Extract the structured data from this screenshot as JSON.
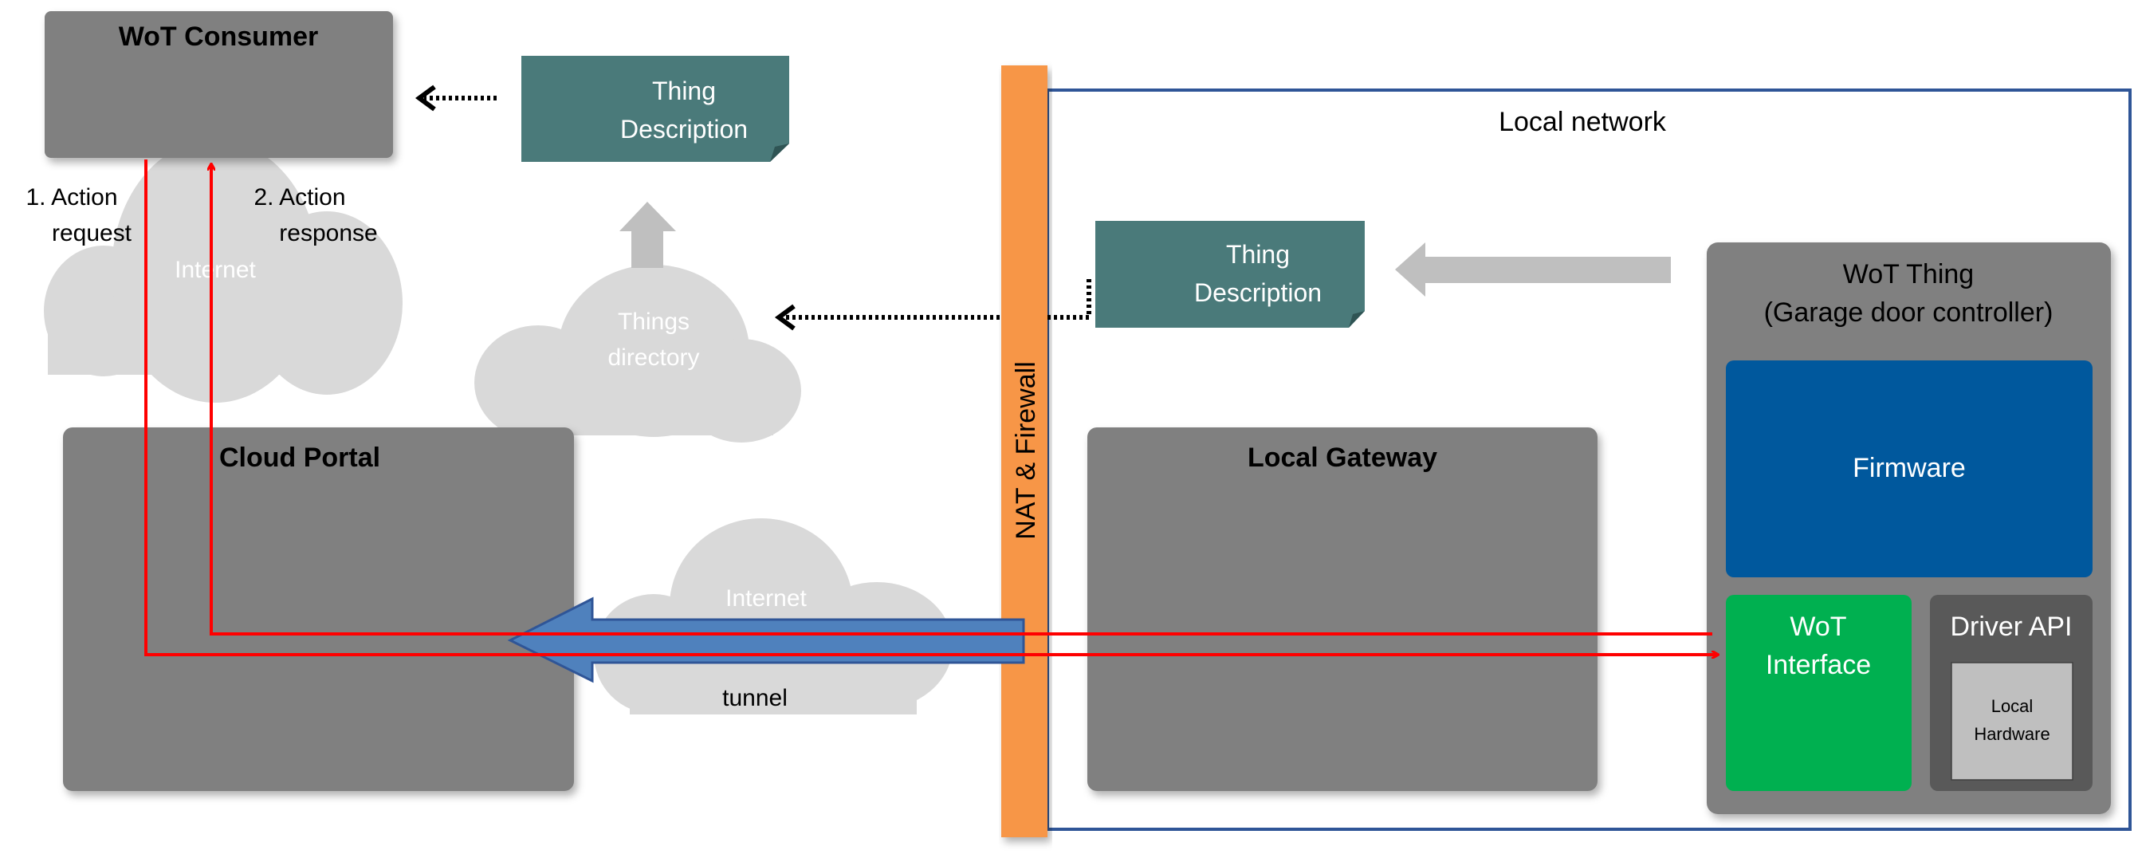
{
  "consumer": {
    "title": "WoT Consumer"
  },
  "thing_description_top": {
    "line1": "Thing",
    "line2": "Description"
  },
  "thing_description_local": {
    "line1": "Thing",
    "line2": "Description"
  },
  "things_directory": {
    "line1": "Things",
    "line2": "directory"
  },
  "internet_top": {
    "label": "Internet"
  },
  "internet_tunnel": {
    "label": "Internet",
    "tunnel": "tunnel"
  },
  "cloud_portal": {
    "title": "Cloud Portal"
  },
  "firewall": {
    "label": "NAT & Firewall"
  },
  "local_network": {
    "label": "Local network"
  },
  "local_gateway": {
    "title": "Local Gateway"
  },
  "wot_thing": {
    "title": "WoT Thing",
    "subtitle": "(Garage door controller)",
    "firmware": "Firmware",
    "interface_line1": "WoT",
    "interface_line2": "Interface",
    "driver_api": "Driver API",
    "hardware_line1": "Local",
    "hardware_line2": "Hardware"
  },
  "flows": {
    "request_line1": "1. Action",
    "request_line2": "request",
    "response_line1": "2. Action",
    "response_line2": "response"
  },
  "colors": {
    "box_gray": "#808080",
    "teal": "#4a7a7a",
    "orange": "#f79646",
    "blue_firmware": "#00589d",
    "green_interface": "#00b050",
    "driver_dark": "#595959",
    "hardware_light": "#bfbfbf",
    "cloud": "#d9d9d9",
    "red": "#ff0000",
    "tunnel_blue": "#4f81bd",
    "network_border": "#2f5597"
  }
}
